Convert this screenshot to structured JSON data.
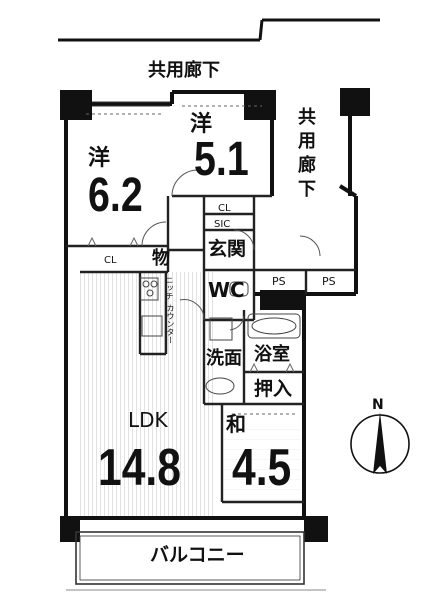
{
  "plan": {
    "corridor_top": "共用廊下",
    "corridor_right": "共用廊下",
    "room_a": {
      "type": "洋",
      "area": "6.2"
    },
    "room_b": {
      "type": "洋",
      "area": "5.1"
    },
    "ldk": {
      "type": "LDK",
      "area": "14.8"
    },
    "washitsu": {
      "type": "和",
      "area": "4.5"
    },
    "closet_a": "CL",
    "closet_b": "CL",
    "sic": "SIC",
    "storage": "物",
    "entrance": "玄関",
    "toilet": "WC",
    "ps_1": "PS",
    "ps_2": "PS",
    "washroom": "洗面",
    "bathroom": "浴室",
    "oshiire": "押入",
    "kitchen_niche": "ニッチ",
    "counter": "カウンター",
    "balcony": "バルコニー",
    "north": "N"
  },
  "colors": {
    "wall": "#111111",
    "line": "#333333",
    "floor_pattern": "#bbbbbb"
  }
}
